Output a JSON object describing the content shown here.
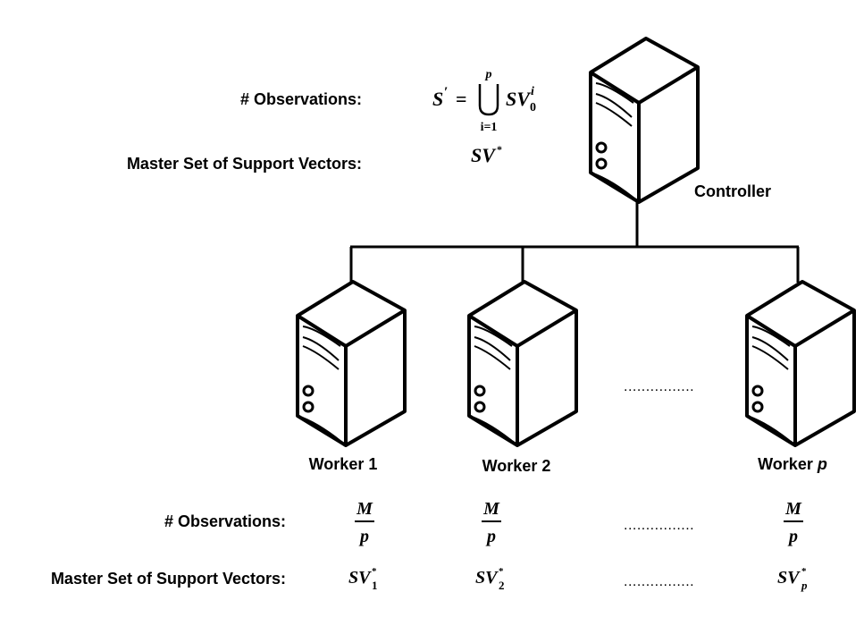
{
  "controller": {
    "label": "Controller",
    "observations_label": "# Observations:",
    "support_label": "Master Set of Support Vectors:",
    "formula": {
      "lhs": "S",
      "prime": "′",
      "eq": "=",
      "union_upper": "p",
      "union_lower": "i=1",
      "term": "SV",
      "term_sup": "i",
      "term_sub": "0"
    },
    "support_value": {
      "base": "SV",
      "sup": "*"
    }
  },
  "workers": [
    {
      "label": "Worker ",
      "label_var": "1",
      "var_italic": false,
      "frac_num": "M",
      "frac_den": "p",
      "sv_base": "SV",
      "sv_sup": "*",
      "sv_sub": "1"
    },
    {
      "label": "Worker ",
      "label_var": "2",
      "var_italic": false,
      "frac_num": "M",
      "frac_den": "p",
      "sv_base": "SV",
      "sv_sup": "*",
      "sv_sub": "2"
    },
    {
      "label": "Worker ",
      "label_var": "p",
      "var_italic": true,
      "frac_num": "M",
      "frac_den": "p",
      "sv_base": "SV",
      "sv_sup": "*",
      "sv_sub": "p"
    }
  ],
  "bottom": {
    "observations_label": "# Observations:",
    "support_label": "Master Set of Support Vectors:"
  },
  "ellipsis": {
    "servers": "................",
    "observations": "................",
    "support": "................"
  }
}
